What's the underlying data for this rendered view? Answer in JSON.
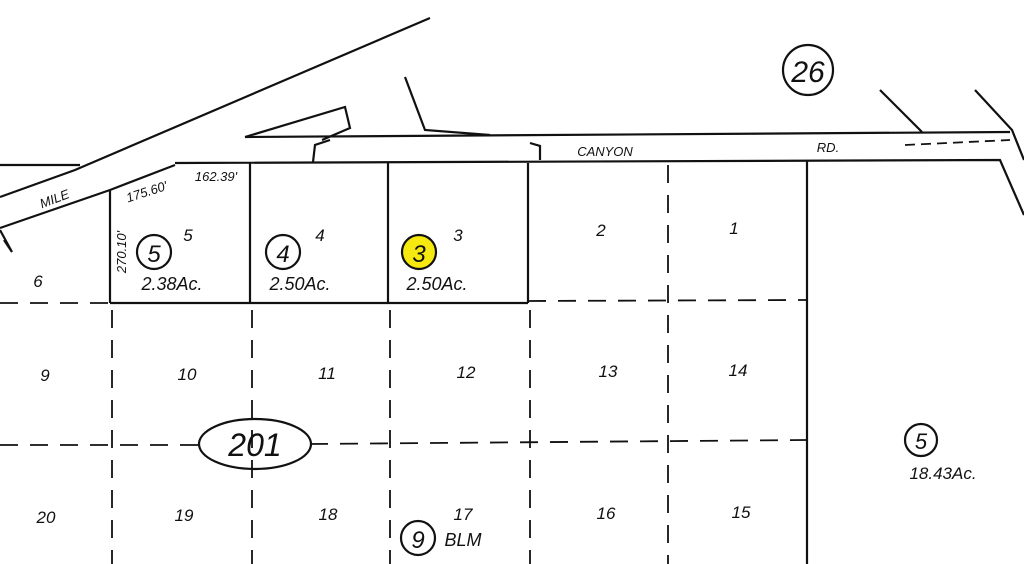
{
  "book_number": "26",
  "page_number": "201",
  "roads": {
    "canyon": "CANYON",
    "rd": "RD.",
    "mile": "MILE"
  },
  "dimensions": [
    "175.60'",
    "162.39'",
    "270.10'"
  ],
  "parcels": [
    {
      "id": "5",
      "lot": "5",
      "acreage": "2.38Ac."
    },
    {
      "id": "4",
      "lot": "4",
      "acreage": "2.50Ac."
    },
    {
      "id": "3",
      "lot": "3",
      "acreage": "2.50Ac.",
      "highlighted": true
    },
    {
      "id": "5",
      "acreage": "18.43Ac."
    },
    {
      "id": "9",
      "owner": "BLM"
    }
  ],
  "lots": [
    "6",
    "2",
    "1",
    "9",
    "10",
    "11",
    "12",
    "13",
    "14",
    "20",
    "19",
    "18",
    "17",
    "16",
    "15"
  ],
  "highlight_color": "#f5e90f"
}
